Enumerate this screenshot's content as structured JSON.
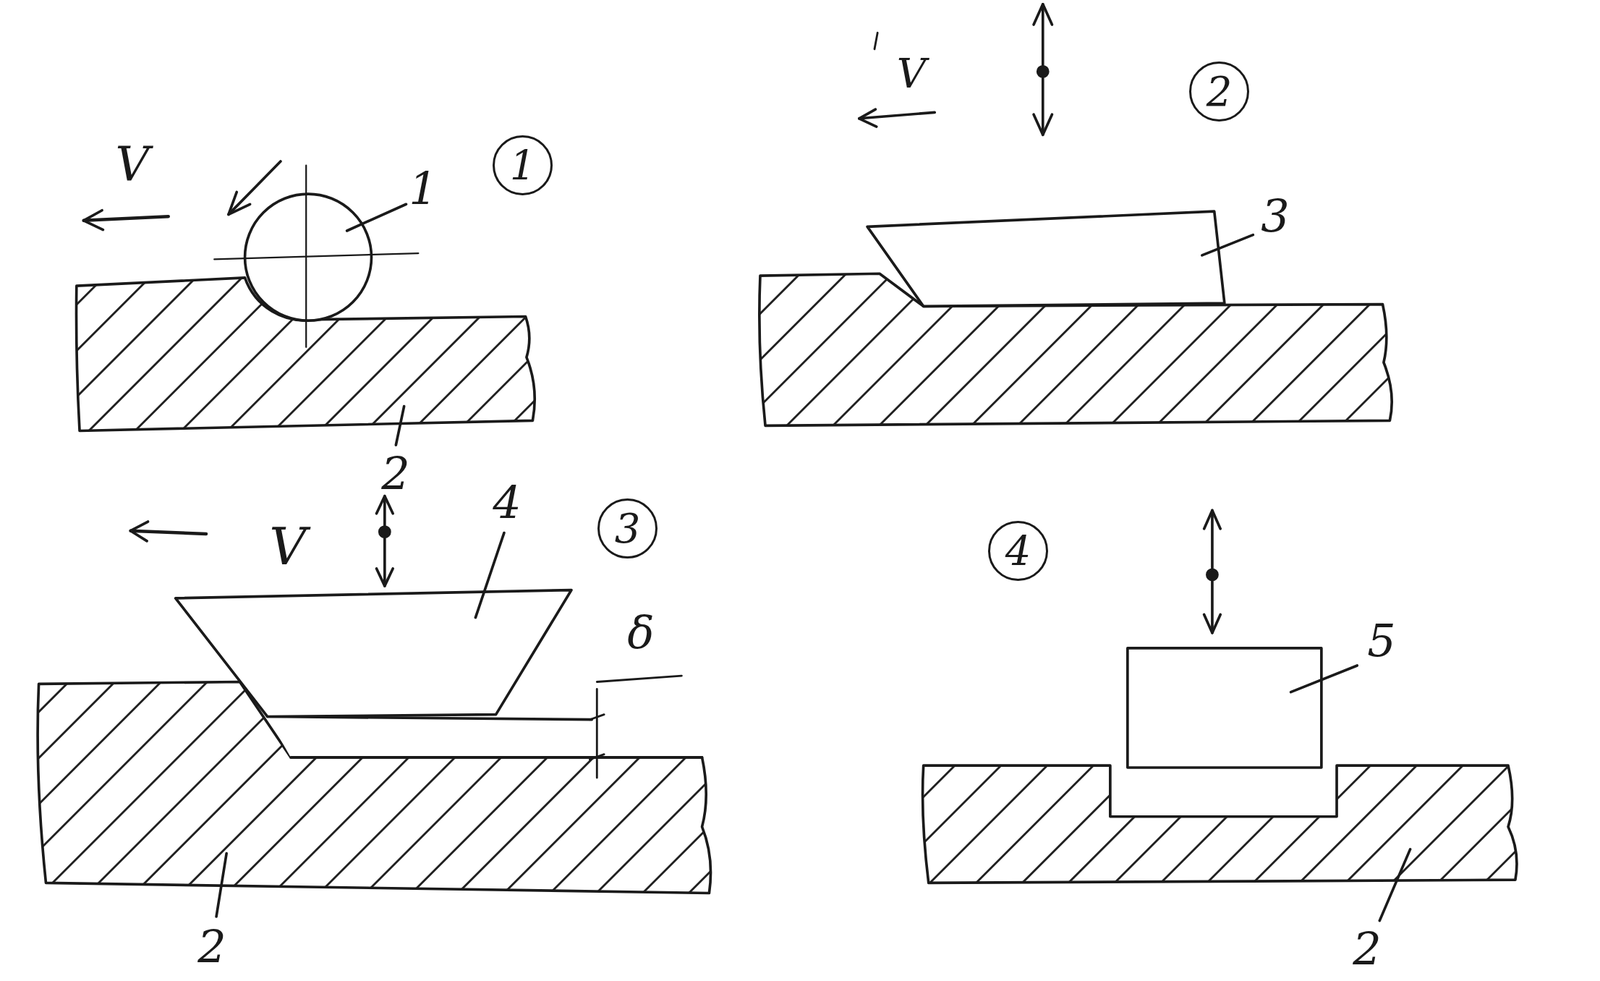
{
  "diagram": {
    "nodes": [
      {
        "text": [
          "1"
        ]
      },
      {
        "text": [
          "2"
        ]
      },
      {
        "text": [
          "3"
        ]
      },
      {
        "text": [
          "4"
        ]
      }
    ],
    "labels": [
      "V",
      "1",
      "2",
      "V",
      "3",
      "V",
      "4",
      "δ",
      "2",
      "5",
      "2"
    ]
  }
}
